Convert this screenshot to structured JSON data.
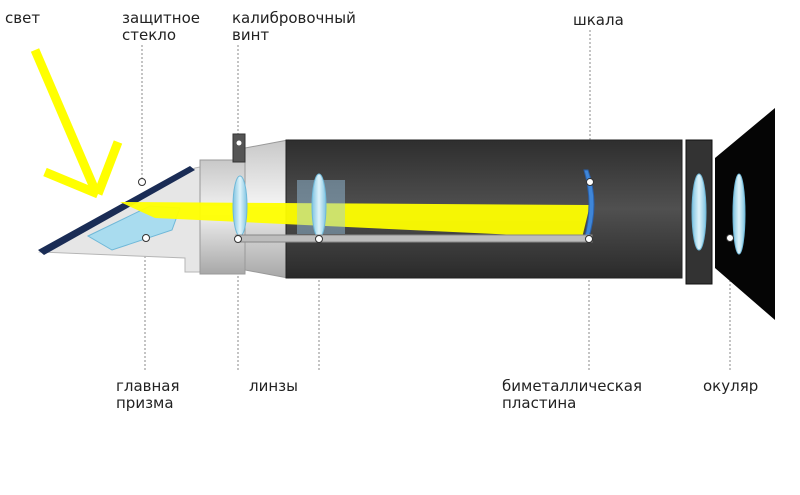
{
  "labels": {
    "light": "свет",
    "protective_glass": [
      "защитное",
      "стекло"
    ],
    "calibration_screw": [
      "калибровочный",
      "винт"
    ],
    "scale": "шкала",
    "main_prism": [
      "главная",
      "призма"
    ],
    "lenses": "линзы",
    "bimetallic_plate": [
      "биметаллическая",
      "пластина"
    ],
    "eyepiece": "окуляр"
  },
  "colors": {
    "light_beam": "#ffff00",
    "body": "#444444",
    "glass": "#a9dcef",
    "eyepiece": "#000000"
  }
}
